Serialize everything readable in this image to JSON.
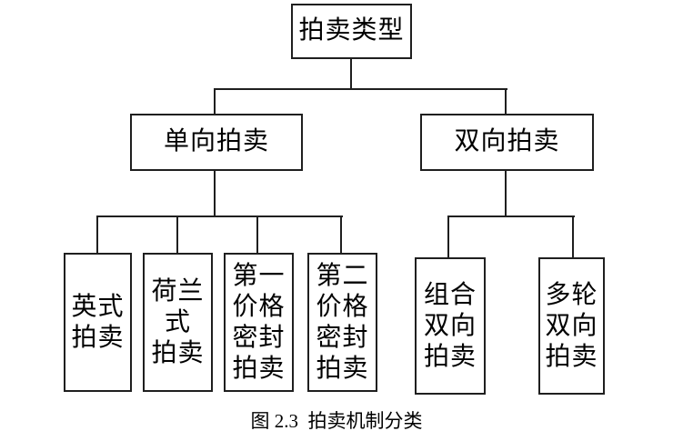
{
  "figure": {
    "root": {
      "label": "拍卖类型"
    },
    "branches": [
      {
        "label": "单向拍卖"
      },
      {
        "label": "双向拍卖"
      }
    ],
    "leaves_left": [
      {
        "label": "英式拍卖",
        "lines": [
          "英式",
          "拍卖"
        ]
      },
      {
        "label": "荷兰式拍卖",
        "lines": [
          "荷兰",
          "式",
          "拍卖"
        ]
      },
      {
        "label": "第一价格密封拍卖",
        "lines": [
          "第一",
          "价格",
          "密封",
          "拍卖"
        ]
      },
      {
        "label": "第二价格密封拍卖",
        "lines": [
          "第二",
          "价格",
          "密封",
          "拍卖"
        ]
      }
    ],
    "leaves_right": [
      {
        "label": "组合双向拍卖",
        "lines": [
          "组合",
          "双向",
          "拍卖"
        ]
      },
      {
        "label": "多轮双向拍卖",
        "lines": [
          "多轮",
          "双向",
          "拍卖"
        ]
      }
    ],
    "caption": "图 2.3  拍卖机制分类",
    "colors": {
      "line": "#1f1f1f",
      "text": "#000000",
      "background": "#ffffff"
    }
  }
}
